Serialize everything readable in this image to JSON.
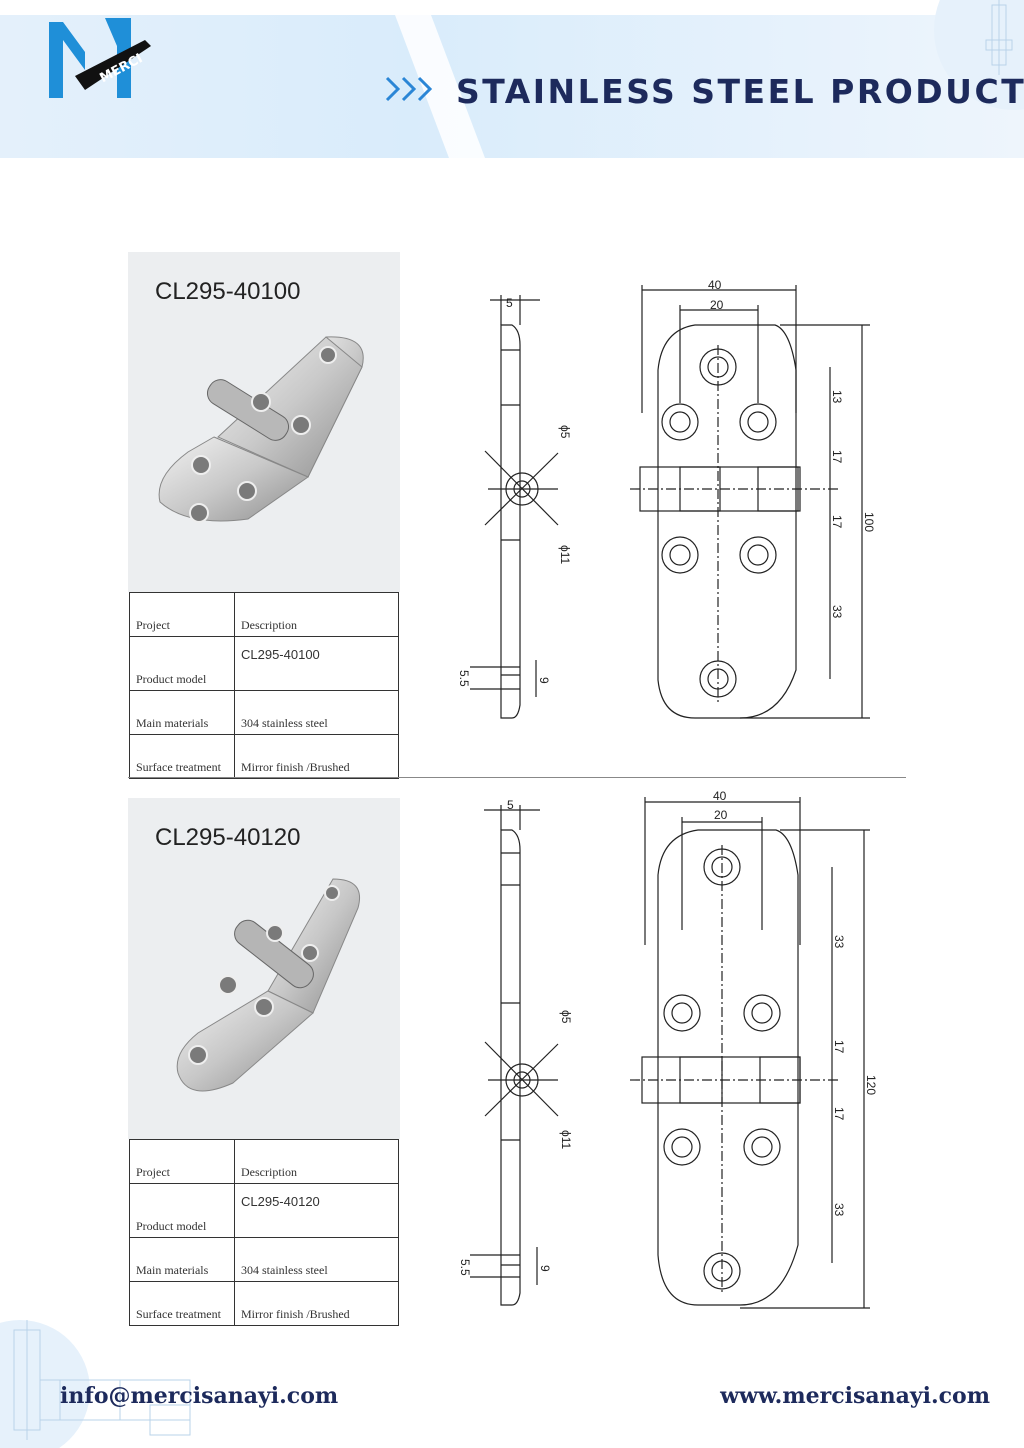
{
  "header": {
    "brand": "MERCI",
    "title": "STAINLESS STEEL PRODUCTS"
  },
  "products": [
    {
      "model": "CL295-40100",
      "table": {
        "col1_header": "Project",
        "col2_header": "Description",
        "rows": [
          {
            "label": "Product model",
            "value": "CL295-40100"
          },
          {
            "label": "Main materials",
            "value": "304 stainless steel"
          },
          {
            "label": "Surface treatment",
            "value": "Mirror finish /Brushed"
          }
        ]
      },
      "dims": {
        "w40": "40",
        "w20": "20",
        "t5": "5",
        "d5": "ϕ5",
        "d11": "ϕ11",
        "d55": "5.5",
        "d9": "9",
        "s1": "13",
        "s2": "17",
        "s3": "17",
        "s4": "33",
        "total": "100"
      }
    },
    {
      "model": "CL295-40120",
      "table": {
        "col1_header": "Project",
        "col2_header": "Description",
        "rows": [
          {
            "label": "Product model",
            "value": "CL295-40120"
          },
          {
            "label": "Main materials",
            "value": "304 stainless steel"
          },
          {
            "label": "Surface treatment",
            "value": "Mirror finish /Brushed"
          }
        ]
      },
      "dims": {
        "w40": "40",
        "w20": "20",
        "t5": "5",
        "d5": "ϕ5",
        "d11": "ϕ11",
        "d55": "5.5",
        "d9": "9",
        "s1": "33",
        "s2": "17",
        "s3": "17",
        "s4": "33",
        "total": "120"
      }
    }
  ],
  "footer": {
    "email": "info@mercisanayi.com",
    "website": "www.mercisanayi.com"
  },
  "colors": {
    "brand_navy": "#1d2a5c",
    "logo_blue": "#1f8fd8",
    "header_band": "#dcecfa"
  }
}
